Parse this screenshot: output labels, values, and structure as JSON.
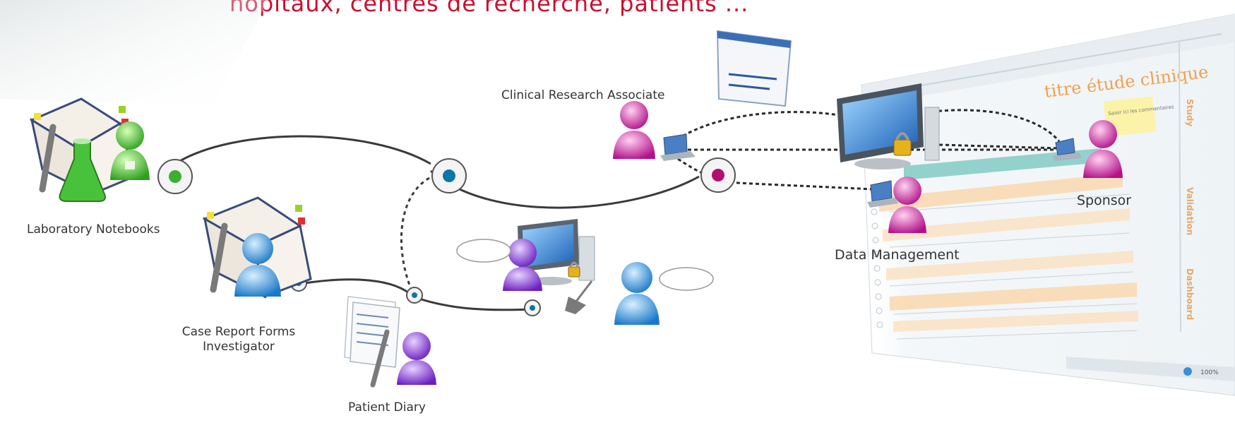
{
  "headline": "hôpitaux, centres de recherche, patients ...",
  "nodes": {
    "laboratory_notebooks": "Laboratory Notebooks",
    "case_report_forms_line1": "Case Report Forms",
    "case_report_forms_line2": "Investigator",
    "patient_diary": "Patient Diary",
    "clinical_research_associate": "Clinical Research Associate",
    "data_management": "Data Management",
    "sponsor": "Sponsor"
  },
  "app_window": {
    "title": "titre étude clinique",
    "side_tabs": [
      "Study",
      "Validation",
      "Dashboard"
    ],
    "sticky_note": "Saisir ici les commentaires",
    "zoom": "100%"
  },
  "colors": {
    "headline": "#c8102e",
    "green": "#3bb02f",
    "teal": "#0b77a6",
    "magenta": "#b0106f",
    "blue_person": "#2f8fd8",
    "violet_person": "#7b2fc9",
    "pink_person": "#d42aa8",
    "app_title": "#f0a050"
  }
}
